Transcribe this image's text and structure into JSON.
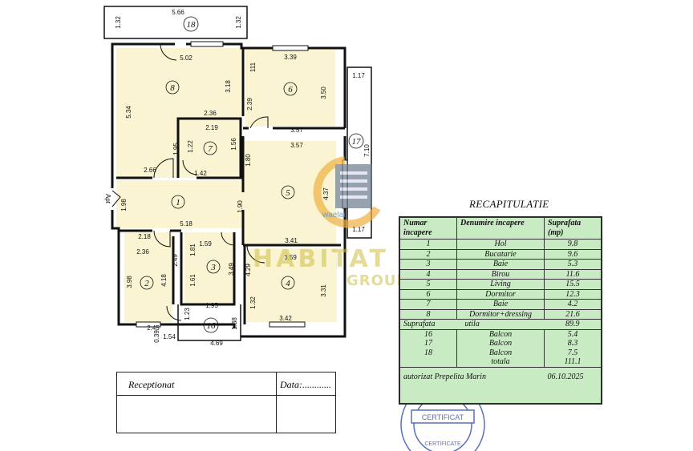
{
  "plan": {
    "rooms": [
      {
        "id": "1",
        "label": "1"
      },
      {
        "id": "2",
        "label": "2"
      },
      {
        "id": "3",
        "label": "3"
      },
      {
        "id": "4",
        "label": "4"
      },
      {
        "id": "5",
        "label": "5"
      },
      {
        "id": "6",
        "label": "6"
      },
      {
        "id": "7",
        "label": "7"
      },
      {
        "id": "8",
        "label": "8"
      },
      {
        "id": "16",
        "label": "16"
      },
      {
        "id": "17",
        "label": "17"
      },
      {
        "id": "18",
        "label": "18"
      }
    ],
    "dimensions": {
      "d566": "5.66",
      "d132a": "1.32",
      "d132b": "1.32",
      "d502": "5.02",
      "d339": "3.39",
      "d111": "111",
      "d117a": "1.17",
      "d534": "5.34",
      "d318": "3.18",
      "d350": "3.50",
      "d710": "7.10",
      "d239": "2.39",
      "d236a": "2.36",
      "d219": "2.19",
      "d357a": "3.57",
      "d195a": "1.95",
      "d122": "1.22",
      "d156": "1.56",
      "d180": "1.80",
      "d357b": "3.57",
      "d266": "2.66",
      "d142": "1.42",
      "d437": "4.37",
      "d198": "1.98",
      "d518": "5.18",
      "d190": "1.90",
      "d117b": "1.17",
      "d218": "2.18",
      "d159": "1.59",
      "d181": "1.81",
      "d341": "3.41",
      "d236b": "2.36",
      "d249": "2.49",
      "d359": "3.59",
      "d398": "3.98",
      "d418": "4.18",
      "d161": "1.61",
      "d349": "3.49",
      "d429": "4.29",
      "d331": "3.31",
      "d195b": "1.95",
      "d132c": "1.32",
      "d123": "1.23",
      "d245": "2.45",
      "d342": "3.42",
      "d138": "1.38",
      "d039": "0.39",
      "d154": "1.54",
      "d469": "4.69"
    },
    "entrance": "Apt"
  },
  "recap": {
    "title": "RECAPITULATIE",
    "headers": [
      "Numar incapere",
      "Denumire incapere",
      "Suprafata (mp)"
    ],
    "rows": [
      {
        "nr": "1",
        "name": "Hol",
        "area": "9.8"
      },
      {
        "nr": "2",
        "name": "Bucatarie",
        "area": "9.6"
      },
      {
        "nr": "3",
        "name": "Baie",
        "area": "5.3"
      },
      {
        "nr": "4",
        "name": "Birou",
        "area": "11.6"
      },
      {
        "nr": "5",
        "name": "Living",
        "area": "15.5"
      },
      {
        "nr": "6",
        "name": "Dormitor",
        "area": "12.3"
      },
      {
        "nr": "7",
        "name": "Baie",
        "area": "4.2"
      },
      {
        "nr": "8",
        "name": "Dormitor+dressing",
        "area": "21.6"
      }
    ],
    "utila_label_left": "Suprafata",
    "utila_label_right": "utila",
    "utila_value": "89.9",
    "balcony_rows": [
      {
        "nr": "16",
        "name": "Balcon",
        "area": "5.4"
      },
      {
        "nr": "17",
        "name": "Balcon",
        "area": "8.3"
      },
      {
        "nr": "18",
        "name": "Balcon",
        "area": "7.5"
      }
    ],
    "totala_label": "totala",
    "totala_value": "111.1",
    "signature": "autorizat  Prepelita  Marin",
    "date": "06.10.2025"
  },
  "reception": {
    "label": "Receptionat",
    "data_label": "Data:............"
  },
  "stamp": {
    "center_text": "CERTIFICAT",
    "bottom_text": "CERTIFICATE"
  },
  "watermark": {
    "text": "HABITAT",
    "sub": "GROUP",
    "brand": "waelai"
  },
  "colors": {
    "room_fill": "#faf4d2",
    "table_fill": "#c9ebc4",
    "wall": "#111111",
    "stamp": "#5a6fc0"
  }
}
